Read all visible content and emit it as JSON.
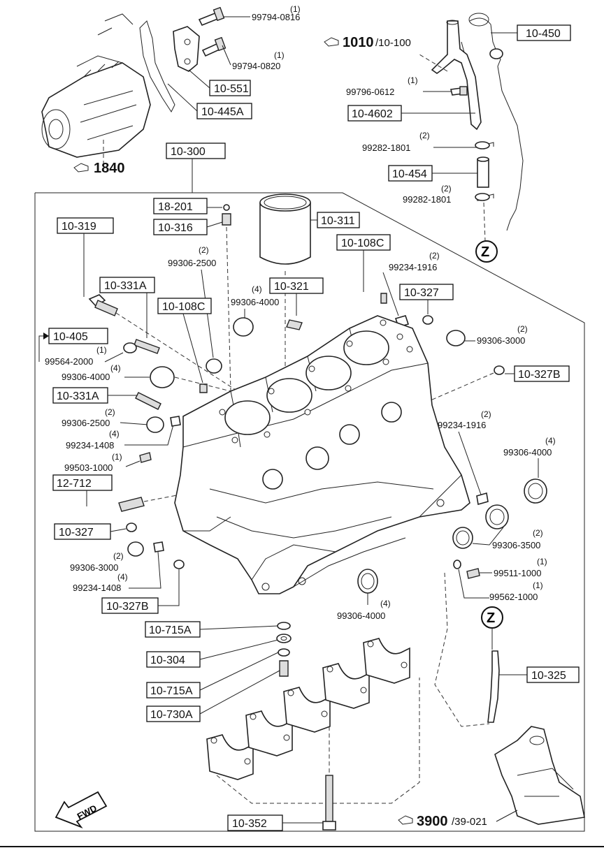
{
  "callouts": {
    "c10450": "10-450",
    "c10551": "10-551",
    "c10445A": "10-445A",
    "c104602": "10-4602",
    "c10454": "10-454",
    "c10300": "10-300",
    "c18201": "18-201",
    "c10316": "10-316",
    "c10311": "10-311",
    "c10319": "10-319",
    "c10108C_top": "10-108C",
    "c10331A_top": "10-331A",
    "c10321": "10-321",
    "c10108C_mid": "10-108C",
    "c10327_top": "10-327",
    "c10405": "10-405",
    "c10331A_mid": "10-331A",
    "c10327B_right": "10-327B",
    "c12712": "12-712",
    "c10327_left": "10-327",
    "c10327B_bottom": "10-327B",
    "c10715A_1": "10-715A",
    "c10304": "10-304",
    "c10715A_2": "10-715A",
    "c10730A": "10-730A",
    "c10325": "10-325",
    "c10352": "10-352"
  },
  "parts": {
    "p_0816": "99794-0816",
    "q_0816": "(1)",
    "p_0820": "99794-0820",
    "q_0820": "(1)",
    "p_0612": "99796-0612",
    "q_0612": "(1)",
    "p_1801a": "99282-1801",
    "q_1801a": "(2)",
    "p_1801b": "99282-1801",
    "q_1801b": "(2)",
    "p_2500a": "99306-2500",
    "q_2500a": "(2)",
    "p_4000a": "99306-4000",
    "q_4000a": "(4)",
    "p_1916a": "99234-1916",
    "q_1916a": "(2)",
    "p_3000a": "99306-3000",
    "q_3000a": "(2)",
    "p_2000": "99564-2000",
    "q_2000": "(1)",
    "p_4000b": "99306-4000",
    "q_4000b": "(4)",
    "p_2500b": "99306-2500",
    "q_2500b": "(2)",
    "p_1408a": "99234-1408",
    "q_1408a": "(4)",
    "p_1000": "99503-1000",
    "q_1000": "(1)",
    "p_1916b": "99234-1916",
    "q_1916b": "(2)",
    "p_4000c": "99306-4000",
    "q_4000c": "(4)",
    "p_3500": "99306-3500",
    "q_3500": "(2)",
    "p_3000b": "99306-3000",
    "q_3000b": "(2)",
    "p_1408b": "99234-1408",
    "q_1408b": "(4)",
    "p_11000": "99511-1000",
    "q_11000": "(1)",
    "p_62000": "99562-1000",
    "q_62000": "(1)",
    "p_4000d": "99306-4000",
    "q_4000d": "(4)"
  },
  "refs": {
    "r1010_bold": "1010",
    "r1010_rest": "/10-100",
    "r1840": "1840",
    "r3900_bold": "3900",
    "r3900_rest": "/39-021",
    "z_top": "Z",
    "z_bottom": "Z",
    "fwd": "FWD"
  }
}
